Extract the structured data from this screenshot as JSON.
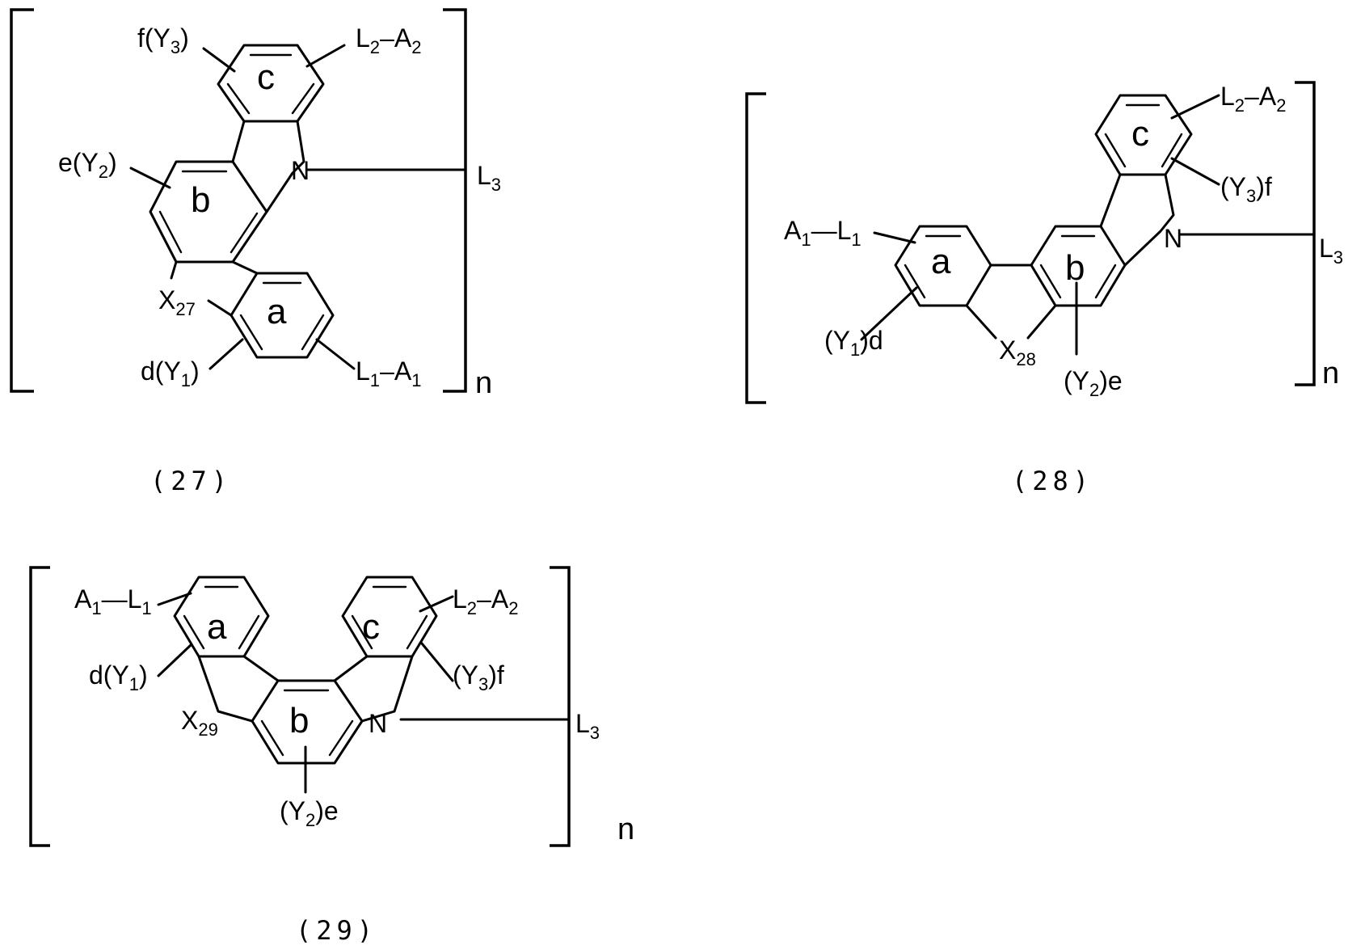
{
  "structures": [
    {
      "number": "(27)",
      "ring_labels": {
        "a": "a",
        "b": "b",
        "c": "c"
      },
      "hetero_atom": "N",
      "bridge": {
        "base": "X",
        "sub": "27"
      },
      "substituents": {
        "f_y3": {
          "base": "f(Y",
          "sub": "3",
          "tail": ")"
        },
        "l2_a2": {
          "p1": "L",
          "s1": "2",
          "p2": "–A",
          "s2": "2"
        },
        "e_y2": {
          "base": "e(Y",
          "sub": "2",
          "tail": ")"
        },
        "d_y1": {
          "base": "d(Y",
          "sub": "1",
          "tail": ")"
        },
        "l1_a1": {
          "p1": "L",
          "s1": "1",
          "p2": "–A",
          "s2": "1"
        },
        "l3": {
          "base": "L",
          "sub": "3"
        }
      },
      "repeat": "n"
    },
    {
      "number": "(28)",
      "ring_labels": {
        "a": "a",
        "b": "b",
        "c": "c"
      },
      "hetero_atom": "N",
      "bridge": {
        "base": "X",
        "sub": "28"
      },
      "substituents": {
        "l2_a2": {
          "p1": "L",
          "s1": "2",
          "p2": "–A",
          "s2": "2"
        },
        "y3_f": {
          "base": "(Y",
          "sub": "3",
          "tail": ")f"
        },
        "a1_l1": {
          "p1": "A",
          "s1": "1",
          "p2": "—L",
          "s2": "1"
        },
        "y1_d": {
          "base": "(Y",
          "sub": "1",
          "tail": ")d"
        },
        "y2_e": {
          "base": "(Y",
          "sub": "2",
          "tail": ")e"
        },
        "l3": {
          "base": "L",
          "sub": "3"
        }
      },
      "repeat": "n"
    },
    {
      "number": "(29)",
      "ring_labels": {
        "a": "a",
        "b": "b",
        "c": "c"
      },
      "hetero_atom": "N",
      "bridge": {
        "base": "X",
        "sub": "29"
      },
      "substituents": {
        "a1_l1": {
          "p1": "A",
          "s1": "1",
          "p2": "—L",
          "s2": "1"
        },
        "l2_a2": {
          "p1": "L",
          "s1": "2",
          "p2": "–A",
          "s2": "2"
        },
        "d_y1": {
          "base": "d(Y",
          "sub": "1",
          "tail": ")"
        },
        "y3_f": {
          "base": "(Y",
          "sub": "3",
          "tail": ")f"
        },
        "y2_e": {
          "base": "(Y",
          "sub": "2",
          "tail": ")e"
        },
        "l3": {
          "base": "L",
          "sub": "3"
        }
      },
      "repeat": "n"
    }
  ]
}
